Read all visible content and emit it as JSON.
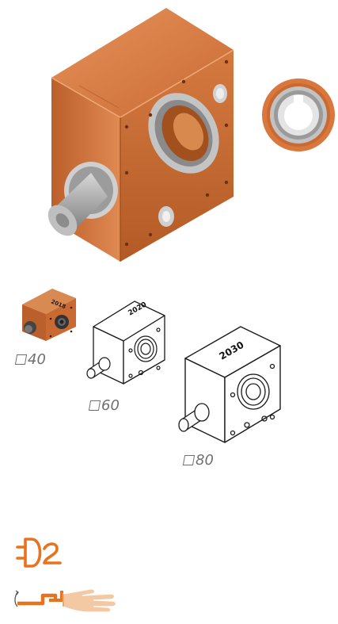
{
  "product": {
    "main_image_icon": "orange-gearbox-icon",
    "bushing_icon": "keyed-bushing-icon",
    "accent_color": "#d9773d",
    "body_color": "#c96a33",
    "steel_color": "#b8b8b8"
  },
  "sizes": [
    {
      "label": "40",
      "engraving": "2018",
      "icon": "gearbox-size-40-icon"
    },
    {
      "label": "60",
      "engraving": "2020",
      "icon": "gearbox-size-60-icon"
    },
    {
      "label": "80",
      "engraving": "2030",
      "icon": "gearbox-size-80-icon"
    }
  ],
  "features": [
    {
      "icon": "motor-connection-icon",
      "color": "#e8731e"
    },
    {
      "icon": "manual-drive-hand-icon",
      "color": "#e8731e"
    }
  ]
}
